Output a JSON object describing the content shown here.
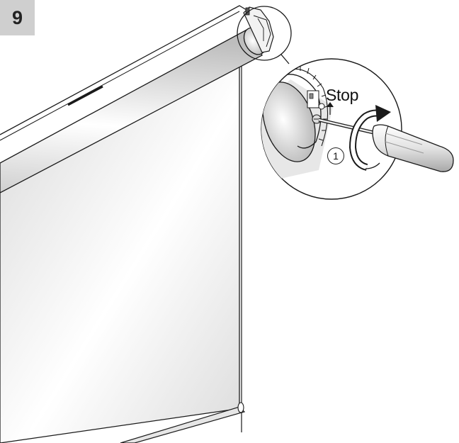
{
  "step": {
    "number": "9"
  },
  "detail": {
    "stop_label": "Stop",
    "marker_label": "1"
  },
  "icons": {
    "rotation": "curved-arrow-icon",
    "tool": "screwdriver-icon"
  },
  "colors": {
    "badge_bg": "#cfcfcf",
    "line": "#1a1a1a",
    "fabric_light": "#ffffff",
    "fabric_dark": "#d4d4d4"
  }
}
